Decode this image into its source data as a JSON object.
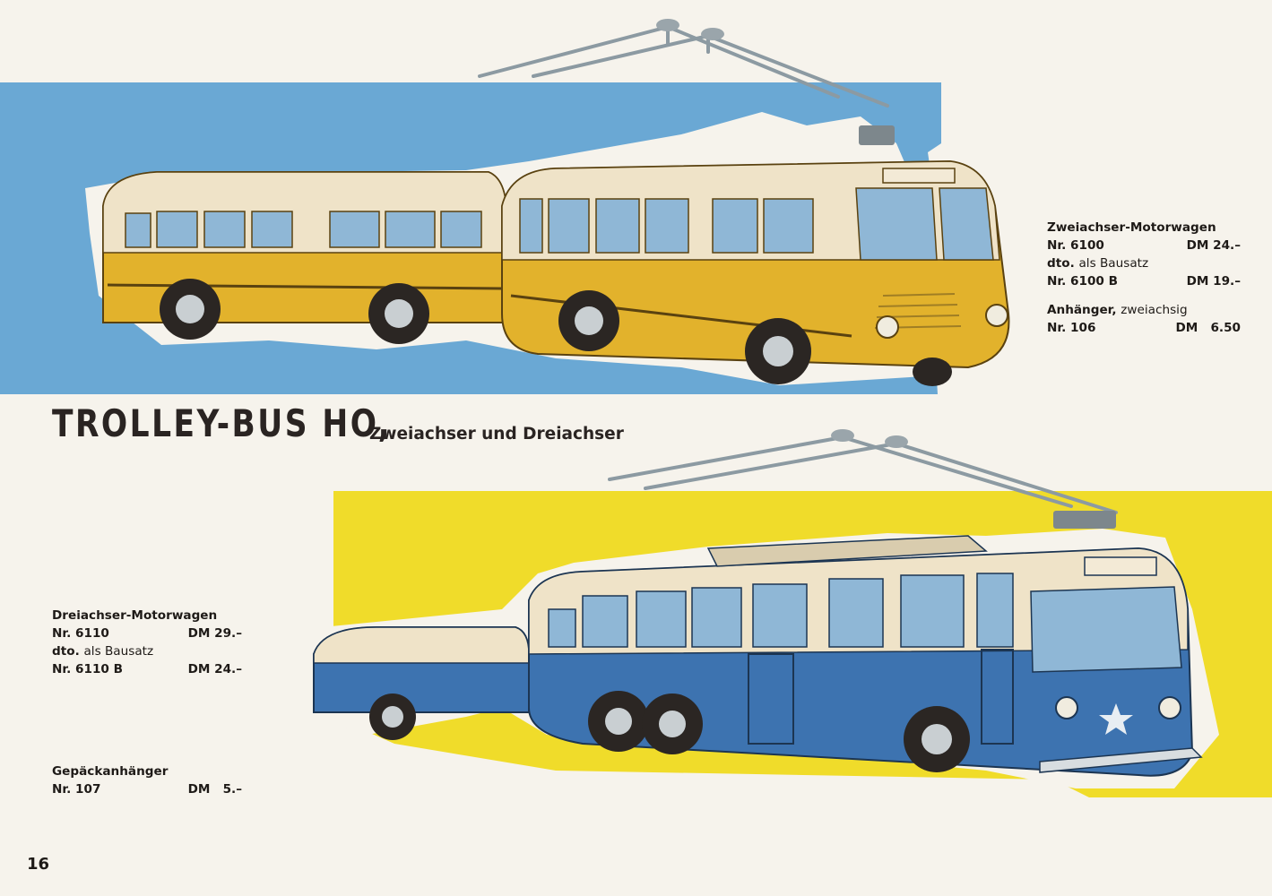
{
  "heading": {
    "title": "TROLLEY-BUS HO,",
    "subtitle": "Zweiachser und Dreiachser"
  },
  "upper_prices": {
    "item1_name": "Zweiachser-Motorwagen",
    "item1_nr": "Nr. 6100",
    "item1_price": "DM 24.–",
    "item2_name_bold": "dto.",
    "item2_name_rest": "als Bausatz",
    "item2_nr": "Nr. 6100 B",
    "item2_price": "DM 19.–",
    "item3_name_bold": "Anhänger,",
    "item3_name_rest": "zweiachsig",
    "item3_nr": "Nr. 106",
    "item3_price": "DM   6.50"
  },
  "lower_prices": {
    "item1_name": "Dreiachser-Motorwagen",
    "item1_nr": "Nr. 6110",
    "item1_price": "DM 29.–",
    "item2_name_bold": "dto.",
    "item2_name_rest": "als Bausatz",
    "item2_nr": "Nr. 6110 B",
    "item2_price": "DM 24.–"
  },
  "luggage_trailer": {
    "name": "Gepäckanhänger",
    "nr": "Nr. 107",
    "price": "DM   5.–"
  },
  "page_number": "16",
  "colors": {
    "paper": "#f6f3ec",
    "sky_blue": "#6aa8d4",
    "banner_yellow": "#f0dc2a",
    "bus_yellow": "#e2b22c",
    "bus_blue": "#3d73b0",
    "cream": "#efe3c8"
  }
}
